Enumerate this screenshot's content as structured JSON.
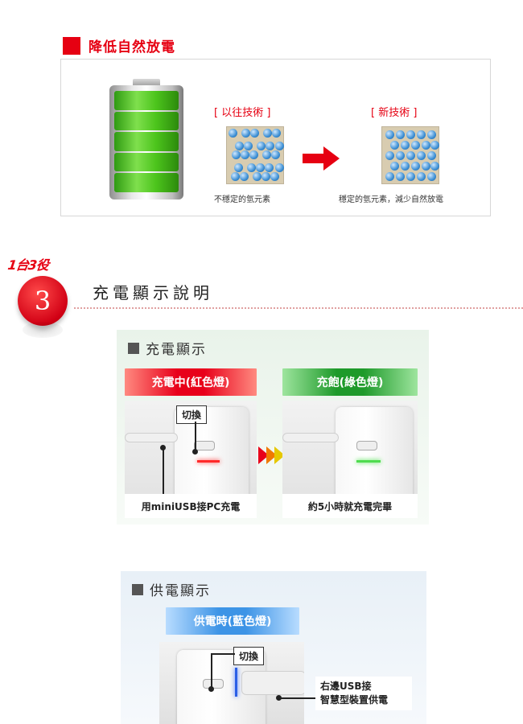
{
  "section1": {
    "title": "降低自然放電",
    "old_label": "[ 以往技術 ]",
    "new_label": "[ 新技術 ]",
    "old_caption": "不穩定的氫元素",
    "new_caption": "穩定的氫元素，減少自然放電",
    "colors": {
      "accent": "#e60012",
      "battery_green": "#4cc41c",
      "atom_blue": "#3d8fd4"
    }
  },
  "section3": {
    "slogan": "1台3役",
    "number": "3",
    "title": "充電顯示說明"
  },
  "charging_panel": {
    "title": "充電顯示",
    "charging_label": "充電中(紅色燈)",
    "full_label": "充飽(綠色燈)",
    "switch_callout": "切換",
    "left_caption": "用miniUSB接PC充電",
    "right_caption": "約5小時就充電完畢",
    "colors": {
      "charging": "#e8001a",
      "full": "#1e9a2a"
    }
  },
  "supply_panel": {
    "title": "供電顯示",
    "supply_label": "供電時(藍色燈)",
    "switch_callout": "切換",
    "side_caption_line1": "右邊USB接",
    "side_caption_line2": "智慧型裝置供電",
    "colors": {
      "supply": "#3d94e6"
    }
  }
}
